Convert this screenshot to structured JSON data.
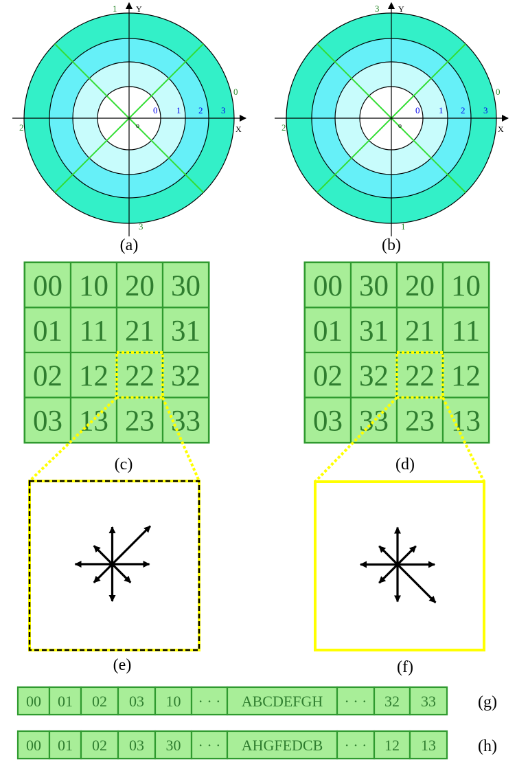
{
  "colors": {
    "outer_ring": "#33f0c8",
    "ring_2": "#66f0f8",
    "ring_1": "#c8fcfc",
    "inner": "#ffffff",
    "diag_line": "#33dd33",
    "cell_fill": "#a8ee98",
    "cell_border": "#2f9a2f",
    "cell_text": "#2f7d2f",
    "highlight": "#ffff00",
    "ring_label_blue": "#0000ee",
    "quad_label_green": "#2e8b2e"
  },
  "polar_a": {
    "caption": "(a)",
    "y_axis": "Y",
    "x_axis": "X",
    "origin": "o",
    "ring_labels": [
      "0",
      "1",
      "2",
      "3"
    ],
    "quad_labels": {
      "top": "1",
      "right": "0",
      "left": "2",
      "bottom": "3"
    }
  },
  "polar_b": {
    "caption": "(b)",
    "y_axis": "Y",
    "x_axis": "X",
    "origin": "o",
    "ring_labels": [
      "0",
      "1",
      "2",
      "3"
    ],
    "quad_labels": {
      "top": "3",
      "right": "0",
      "left": "2",
      "bottom": "1"
    }
  },
  "grid_c": {
    "caption": "(c)",
    "rows": [
      [
        "00",
        "10",
        "20",
        "30"
      ],
      [
        "01",
        "11",
        "21",
        "31"
      ],
      [
        "02",
        "12",
        "22",
        "32"
      ],
      [
        "03",
        "13",
        "23",
        "33"
      ]
    ],
    "highlighted": "22"
  },
  "grid_d": {
    "caption": "(d)",
    "rows": [
      [
        "00",
        "30",
        "20",
        "10"
      ],
      [
        "01",
        "31",
        "21",
        "11"
      ],
      [
        "02",
        "32",
        "22",
        "12"
      ],
      [
        "03",
        "33",
        "23",
        "13"
      ]
    ],
    "highlighted": "22"
  },
  "zoom_e": {
    "caption": "(e)",
    "arrows_deg": [
      0,
      45,
      90,
      135,
      180,
      225,
      270,
      315
    ],
    "arrow_lengths": [
      1.0,
      1.45,
      1.0,
      0.7,
      1.0,
      0.7,
      1.0,
      0.7
    ]
  },
  "zoom_f": {
    "caption": "(f)",
    "arrows_deg": [
      0,
      45,
      90,
      135,
      180,
      225,
      270,
      315
    ],
    "arrow_lengths": [
      1.0,
      0.7,
      1.0,
      0.7,
      1.0,
      0.7,
      1.0,
      1.45
    ]
  },
  "bar_g": {
    "caption": "(g)",
    "cells": [
      "00",
      "01",
      "02",
      "03",
      "10",
      "· · ·",
      "ABCDEFGH",
      "· · ·",
      "32",
      "33"
    ]
  },
  "bar_h": {
    "caption": "(h)",
    "cells": [
      "00",
      "01",
      "02",
      "03",
      "30",
      "· · ·",
      "AHGFEDCB",
      "· · ·",
      "12",
      "13"
    ]
  }
}
